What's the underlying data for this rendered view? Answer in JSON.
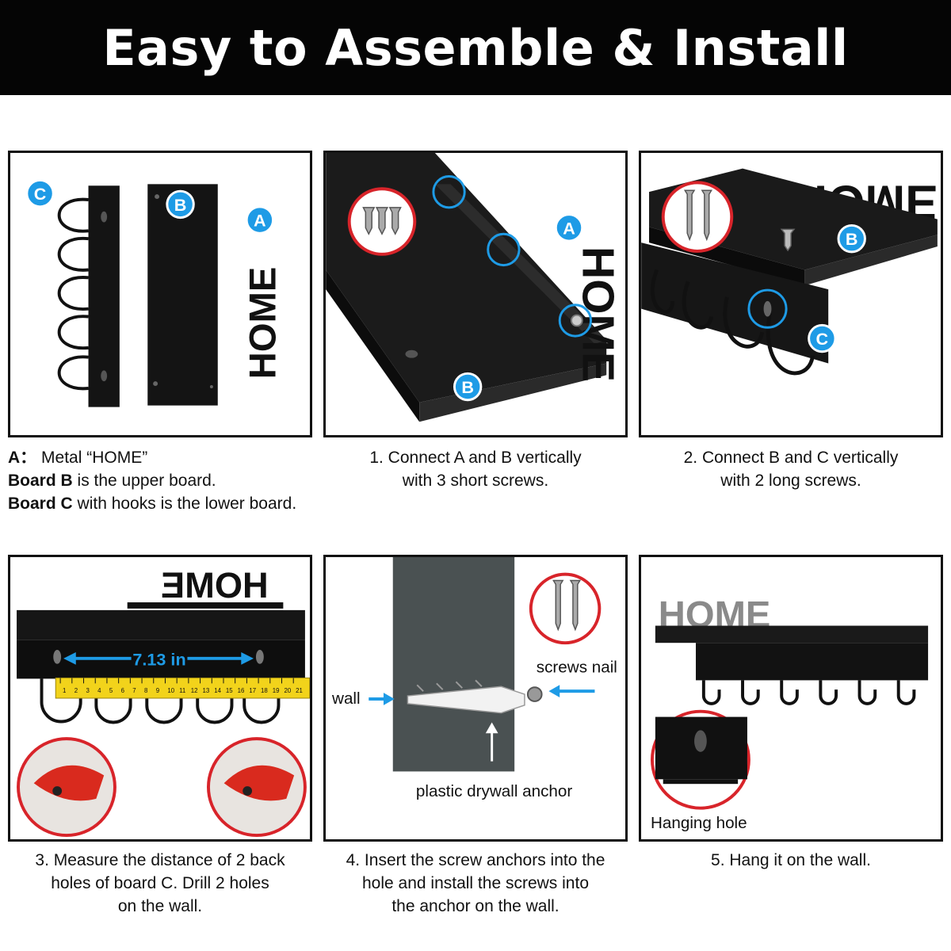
{
  "title": "Easy to Assemble & Install",
  "markers": {
    "a": "A",
    "b": "B",
    "c": "C"
  },
  "product_word": "HOME",
  "captions": {
    "parts": {
      "a_label": "A：",
      "a_text": "Metal “HOME”",
      "b_label": "Board B",
      "b_text": " is the upper board.",
      "c_label": "Board C",
      "c_text": " with hooks is the lower board."
    },
    "step1": {
      "line1": "1. Connect A and B vertically",
      "line2": "with 3 short screws."
    },
    "step2": {
      "line1": "2. Connect B and C vertically",
      "line2": "with 2 long screws."
    },
    "step3": {
      "line1": "3. Measure the distance of 2 back",
      "line2": "holes of board C. Drill 2 holes",
      "line3": "on the wall."
    },
    "step4": {
      "line1": "4. Insert the screw anchors into the",
      "line2": "hole and install the screws into",
      "line3": "the anchor on the wall."
    },
    "step5": {
      "line1": "5. Hang it on the wall."
    }
  },
  "measure": {
    "distance": "7.13 in"
  },
  "tape_ticks": [
    "1",
    "2",
    "3",
    "4",
    "5",
    "6",
    "7",
    "8",
    "9",
    "10",
    "11",
    "12",
    "13",
    "14",
    "15",
    "16",
    "17",
    "18",
    "19",
    "20",
    "21"
  ],
  "install_labels": {
    "screws": "screws nail",
    "wall": "wall",
    "anchor": "plastic drywall anchor"
  },
  "hang_label": "Hanging hole",
  "colors": {
    "accent_blue": "#1e9be6",
    "callout_red": "#d8242a",
    "board": "#161616",
    "tape_yellow": "#f2d31b",
    "wall_gray": "#4a5152"
  }
}
